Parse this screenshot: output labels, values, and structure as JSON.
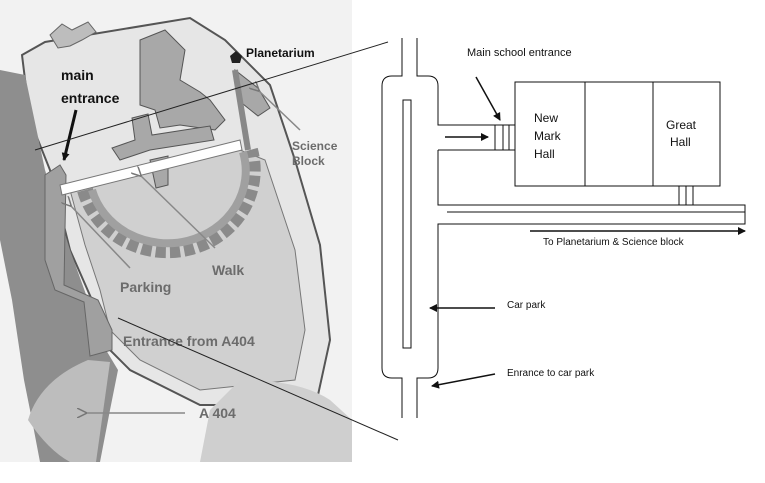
{
  "left_map": {
    "labels": {
      "planetarium": "Planetarium",
      "main_entrance_1": "main",
      "main_entrance_2": "entrance",
      "science_1": "Science",
      "science_2": "Block",
      "walk": "Walk",
      "parking": "Parking",
      "entrance_a404": "Entrance from A404",
      "road": "A 404"
    }
  },
  "right_diagram": {
    "labels": {
      "main_school_entrance": "Main school entrance",
      "new_mark_1": "New",
      "new_mark_2": "Mark",
      "new_mark_3": "Hall",
      "great_1": "Great",
      "great_2": "Hall",
      "to_planetarium": "To Planetarium & Science block",
      "car_park": "Car park",
      "car_park_entrance": "Enrance to car park"
    }
  },
  "colors": {
    "map_background": "#e4e4e4",
    "buildings": "#a9a9a9",
    "road": "#8a8a8a",
    "grass": "#cfcfcf",
    "line": "#111111"
  }
}
